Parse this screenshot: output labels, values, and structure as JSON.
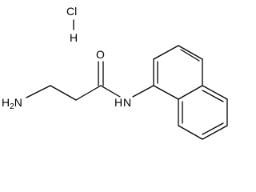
{
  "molecule": {
    "salt": {
      "chlorine": "Cl",
      "hydrogen": "H"
    },
    "atoms": {
      "amine": "H2N",
      "amide_nitrogen": "N",
      "amide_hydrogen": "H",
      "carbonyl_oxygen": "O"
    }
  },
  "colors": {
    "bond": "#000000",
    "label": "#000000",
    "background": "#ffffff"
  }
}
